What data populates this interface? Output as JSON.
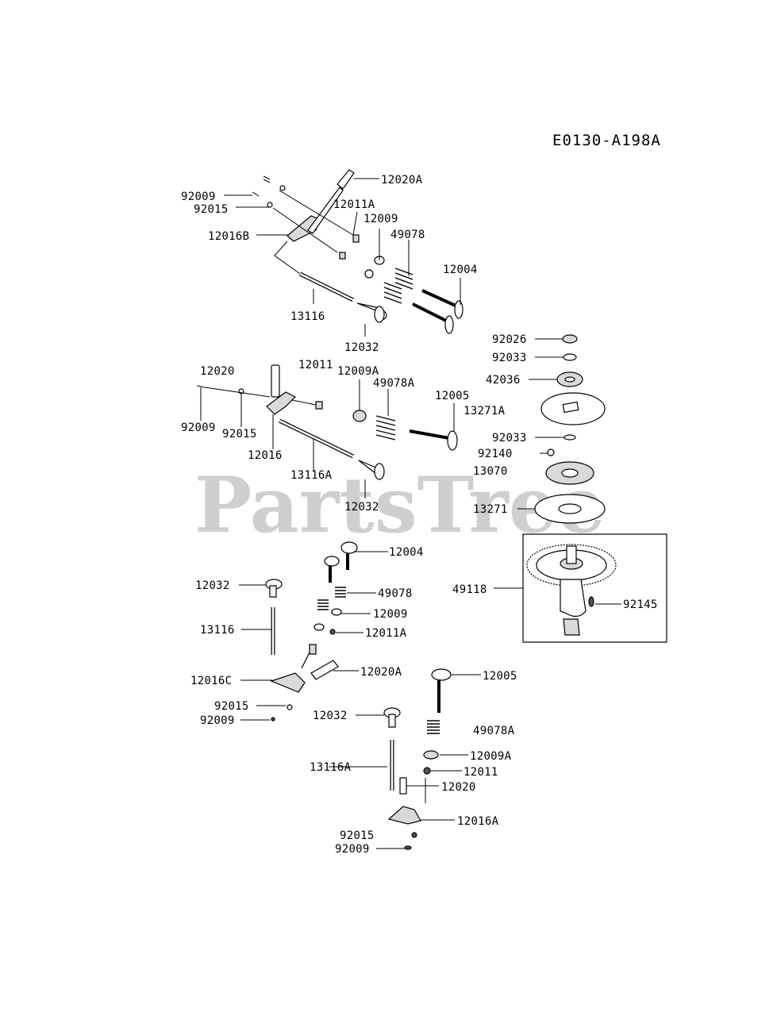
{
  "diagram_id": "E0130-A198A",
  "watermark": "PartsTree",
  "labels": {
    "g1_92009": "92009",
    "g1_92015": "92015",
    "g1_12016B": "12016B",
    "g1_12020A": "12020A",
    "g1_12011A": "12011A",
    "g1_12009": "12009",
    "g1_49078": "49078",
    "g1_12004": "12004",
    "g1_13116": "13116",
    "g1_12032": "12032",
    "g2_12020": "12020",
    "g2_12011": "12011",
    "g2_12009A": "12009A",
    "g2_49078A": "49078A",
    "g2_12005": "12005",
    "g2_13271A": "13271A",
    "g2_92009": "92009",
    "g2_92015": "92015",
    "g2_12016": "12016",
    "g2_13116A": "13116A",
    "g2_12032": "12032",
    "c_92026": "92026",
    "c_92033a": "92033",
    "c_42036": "42036",
    "c_92033b": "92033",
    "c_92140": "92140",
    "c_13070": "13070",
    "c_13271": "13271",
    "c_49118": "49118",
    "c_92145": "92145",
    "g3_12004": "12004",
    "g3_12032": "12032",
    "g3_49078": "49078",
    "g3_13116": "13116",
    "g3_12009": "12009",
    "g3_12011A": "12011A",
    "g3_12016C": "12016C",
    "g3_12020A": "12020A",
    "g3_92015": "92015",
    "g3_92009": "92009",
    "g4_12005": "12005",
    "g4_12032": "12032",
    "g4_49078A": "49078A",
    "g4_12009A": "12009A",
    "g4_13116A": "13116A",
    "g4_12011": "12011",
    "g4_12020": "12020",
    "g4_12016A": "12016A",
    "g4_92015": "92015",
    "g4_92009": "92009"
  }
}
